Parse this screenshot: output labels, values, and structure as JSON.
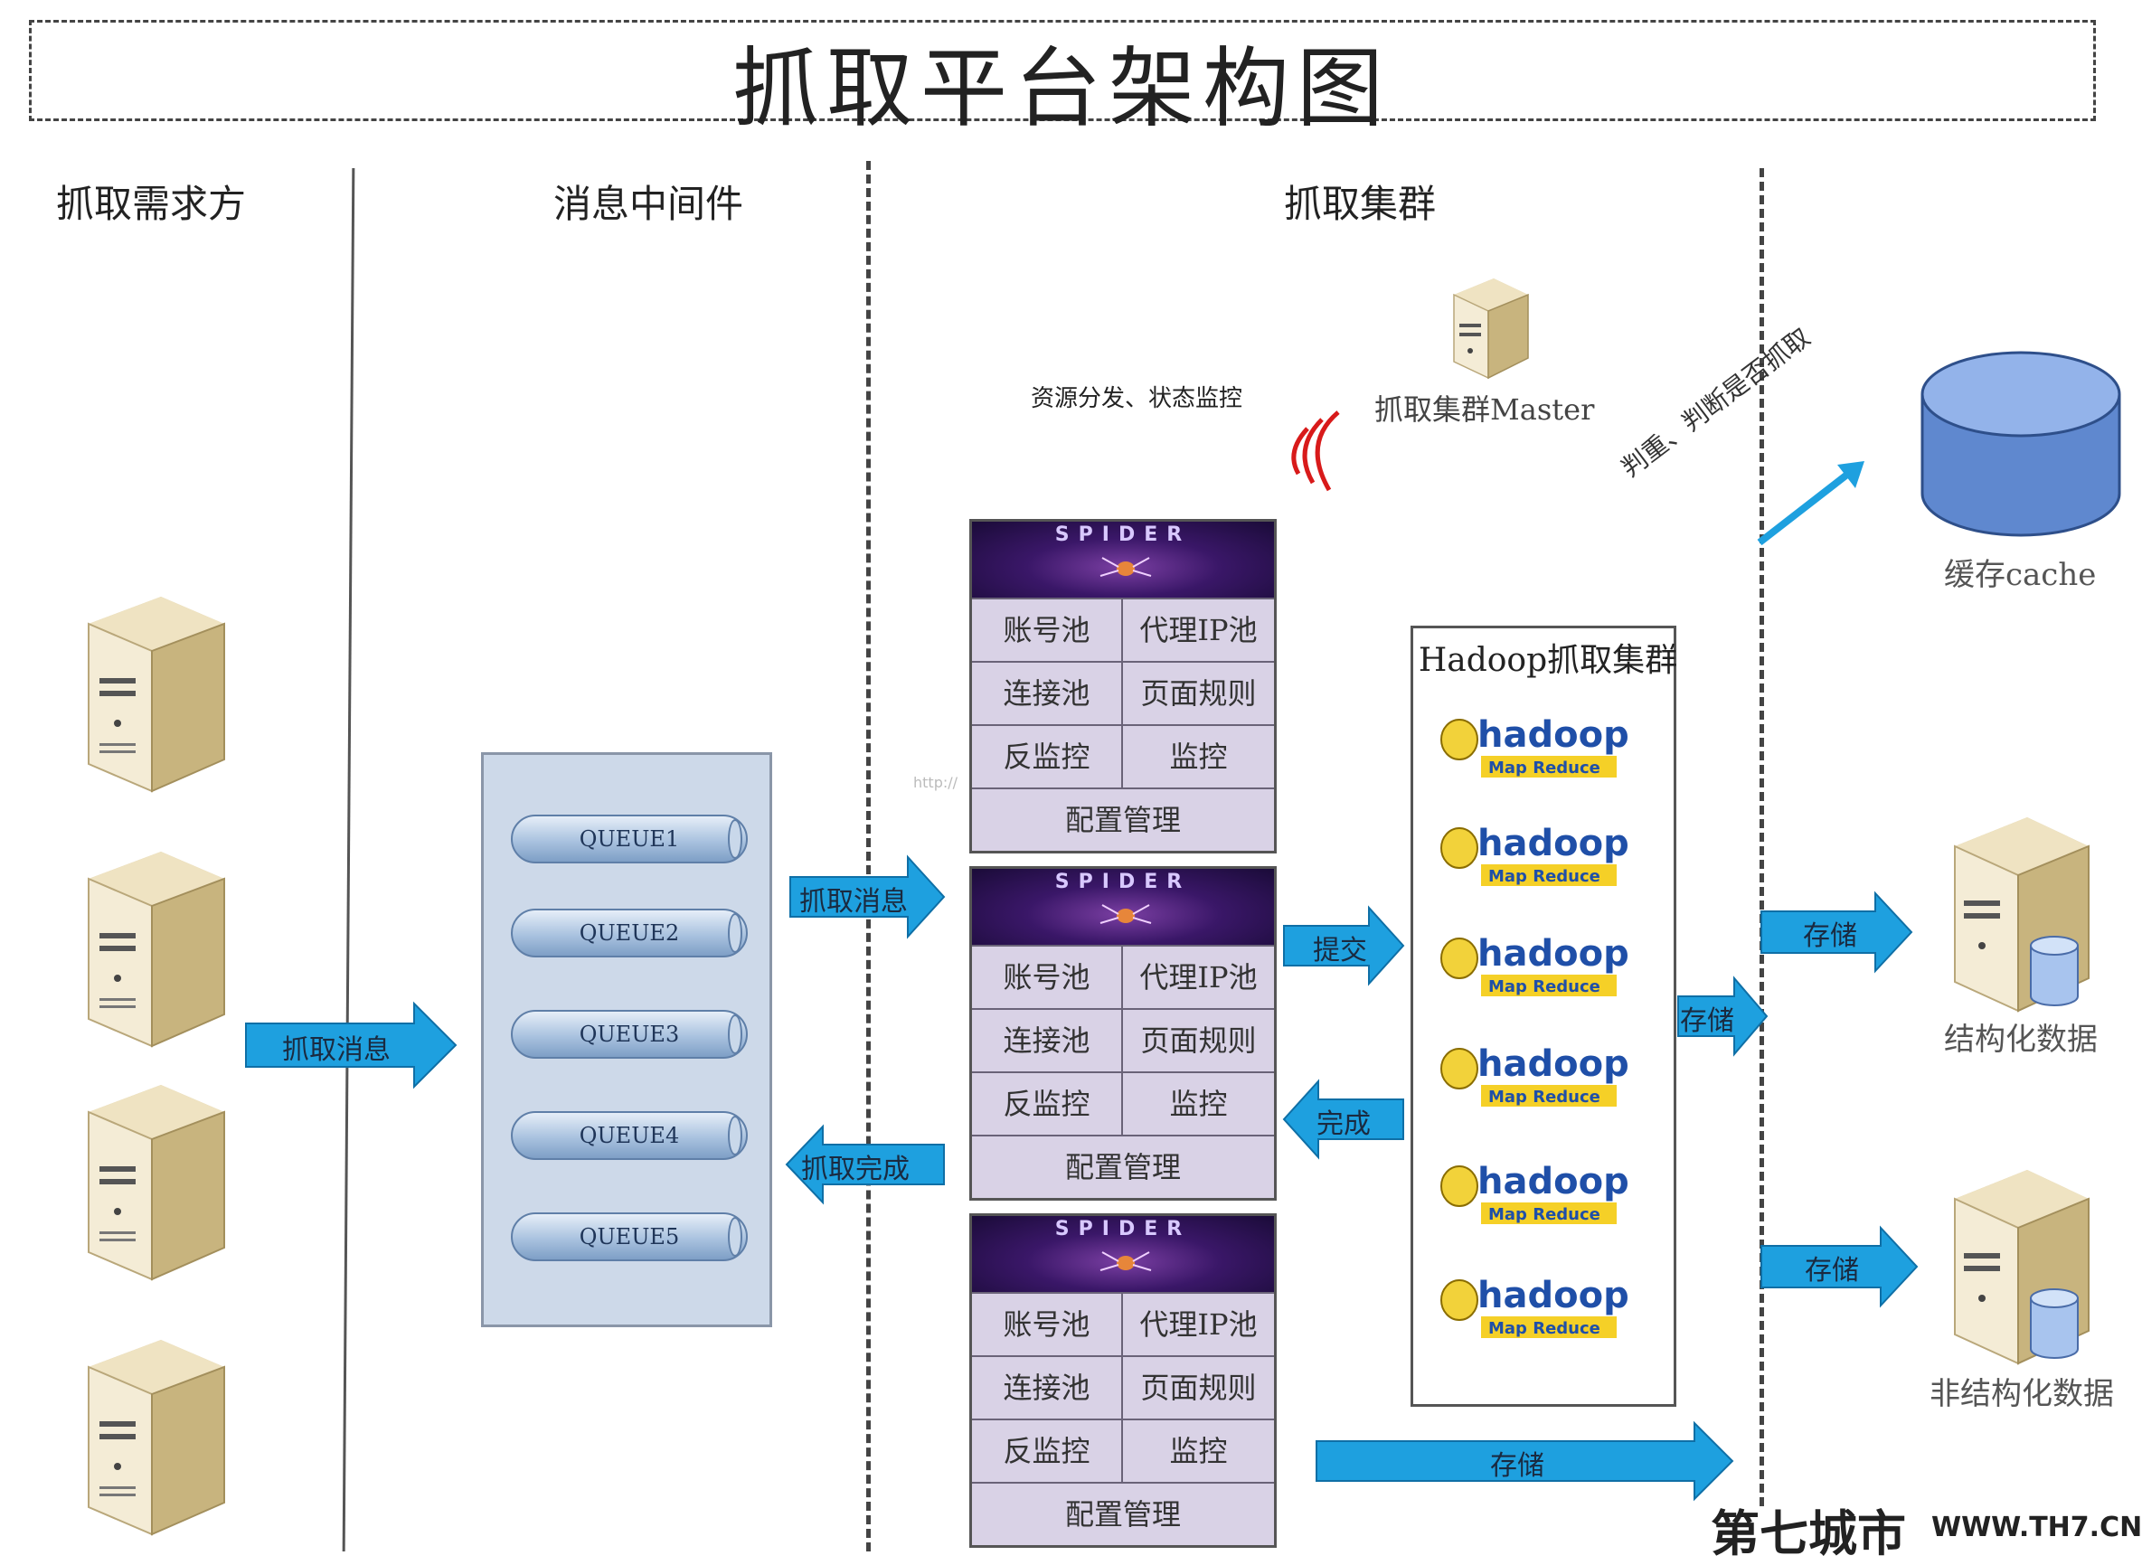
{
  "title": "抓取平台架构图",
  "columns": {
    "requester": "抓取需求方",
    "middleware": "消息中间件",
    "cluster": "抓取集群"
  },
  "master": {
    "label": "抓取集群Master",
    "desc": "资源分发、状态监控"
  },
  "queues": [
    "QUEUE1",
    "QUEUE2",
    "QUEUE3",
    "QUEUE4",
    "QUEUE5"
  ],
  "spider": {
    "banner": "SPIDER",
    "cells": [
      "账号池",
      "代理IP池",
      "连接池",
      "页面规则",
      "反监控",
      "监控"
    ],
    "footer": "配置管理"
  },
  "arrows": {
    "to_mq": "抓取消息",
    "to_spider": "抓取消息",
    "done_back": "抓取完成",
    "submit": "提交",
    "complete": "完成",
    "store_struct": "存储",
    "store_mid": "存储",
    "store_unstruct": "存储",
    "store_bottom": "存储",
    "dedup": "判重、判断是否抓取"
  },
  "hadoop": {
    "title": "Hadoop抓取集群",
    "logo_text": "hadoop",
    "logo_sub": "Map Reduce",
    "count": 6
  },
  "storage": {
    "cache": "缓存cache",
    "structured": "结构化数据",
    "unstructured": "非结构化数据"
  },
  "watermark": {
    "url": "http://",
    "brand": "第七城市",
    "site": "WWW.TH7.CN"
  },
  "colors": {
    "arrow": "#1ea0df",
    "queue_panel": "#cdd9e9",
    "spider_body": "#d9d2e6",
    "cache": "#6f96d8"
  }
}
